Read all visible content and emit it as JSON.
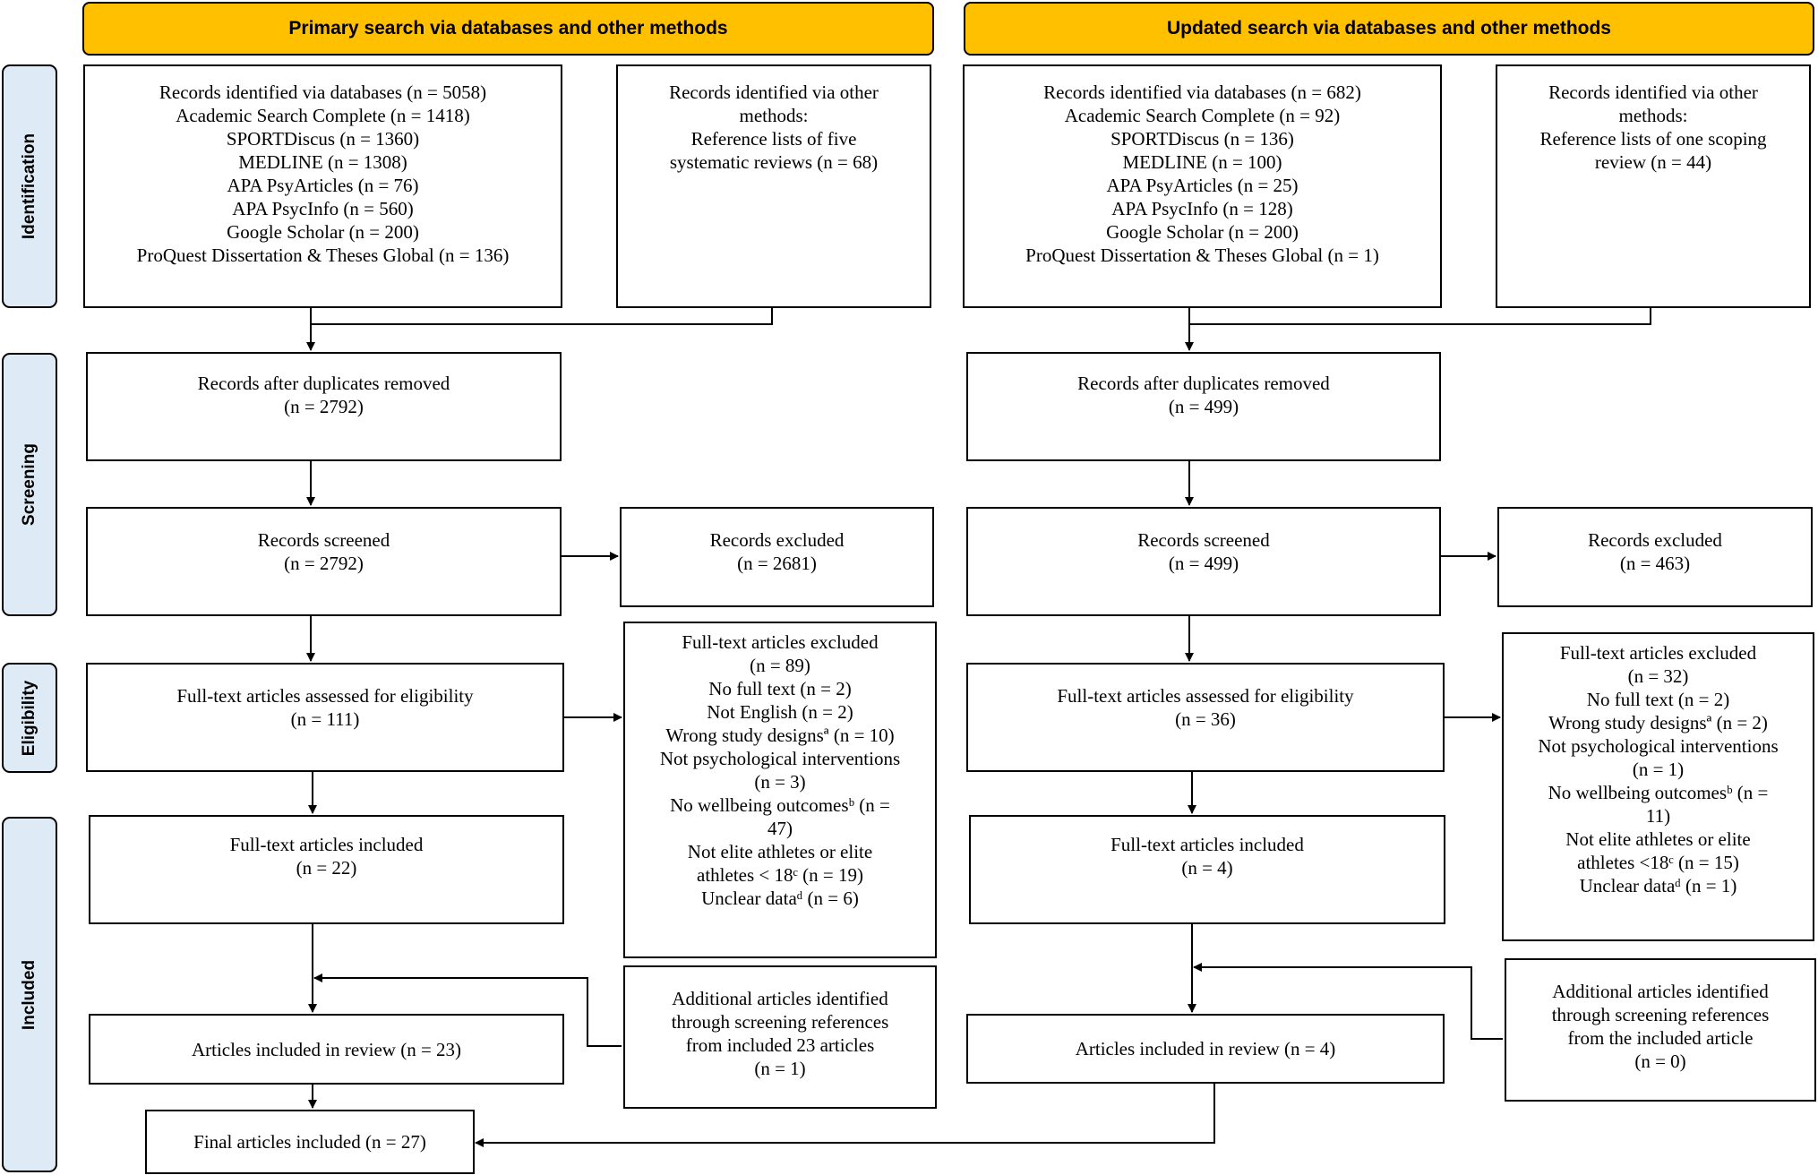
{
  "headers": {
    "primary": "Primary search via databases and other methods",
    "updated": "Updated search via databases and other methods"
  },
  "phases": {
    "identification": "Identification",
    "screening": "Screening",
    "eligibility": "Eligibility",
    "included": "Included"
  },
  "primary": {
    "databases": [
      "Records identified via databases (n = 5058)",
      "Academic Search Complete (n = 1418)",
      "SPORTDiscus (n = 1360)",
      "MEDLINE (n = 1308)",
      "APA PsyArticles (n = 76)",
      "APA PsycInfo (n = 560)",
      "Google Scholar (n = 200)",
      "ProQuest Dissertation & Theses Global (n = 136)"
    ],
    "other": [
      "Records identified via other",
      "methods:",
      "Reference lists of five",
      "systematic reviews (n = 68)"
    ],
    "dedup": [
      "Records after duplicates removed",
      "(n = 2792)"
    ],
    "screened": [
      "Records screened",
      "(n = 2792)"
    ],
    "excluded": [
      "Records excluded",
      "(n = 2681)"
    ],
    "fulltext": [
      "Full-text articles assessed for eligibility",
      "(n = 111)"
    ],
    "fulltext_excluded": [
      "Full-text articles excluded",
      "(n = 89)",
      "No full text (n = 2)",
      "Not English (n = 2)",
      "Wrong study designsª (n = 10)",
      "Not psychological interventions",
      "(n = 3)",
      "No wellbeing outcomesᵇ (n =",
      "47)",
      "Not elite athletes or elite",
      "athletes < 18ᶜ (n = 19)",
      "Unclear dataᵈ (n = 6)"
    ],
    "included": [
      "Full-text articles included",
      "(n = 22)"
    ],
    "additional": [
      "Additional articles identified",
      "through screening references",
      "from included 23 articles",
      "(n = 1)"
    ],
    "review": "Articles included in review (n = 23)",
    "final": "Final articles included (n = 27)"
  },
  "updated": {
    "databases": [
      "Records identified via databases (n = 682)",
      "Academic Search Complete (n = 92)",
      "SPORTDiscus (n = 136)",
      "MEDLINE (n = 100)",
      "APA PsyArticles (n = 25)",
      "APA PsycInfo (n = 128)",
      "Google Scholar (n = 200)",
      "ProQuest Dissertation & Theses Global (n = 1)"
    ],
    "other": [
      "Records identified via other",
      "methods:",
      "Reference lists of one scoping",
      "review (n = 44)"
    ],
    "dedup": [
      "Records after duplicates removed",
      "(n = 499)"
    ],
    "screened": [
      "Records screened",
      "(n = 499)"
    ],
    "excluded": [
      "Records excluded",
      "(n = 463)"
    ],
    "fulltext": [
      "Full-text articles assessed for eligibility",
      "(n = 36)"
    ],
    "fulltext_excluded": [
      "Full-text articles excluded",
      "(n = 32)",
      "No full text (n = 2)",
      "Wrong study designsª (n = 2)",
      "Not psychological interventions",
      "(n = 1)",
      "No wellbeing outcomesᵇ (n =",
      "11)",
      "Not elite athletes or elite",
      "athletes <18ᶜ (n = 15)",
      "Unclear dataᵈ (n = 1)"
    ],
    "included": [
      "Full-text articles included",
      "(n = 4)"
    ],
    "additional": [
      "Additional articles identified",
      "through screening references",
      "from the included article",
      "(n = 0)"
    ],
    "review": "Articles included in review (n = 4)"
  },
  "colors": {
    "header_fill": "#FFC000",
    "phase_fill": "#DEEBF7",
    "line": "#000000"
  }
}
